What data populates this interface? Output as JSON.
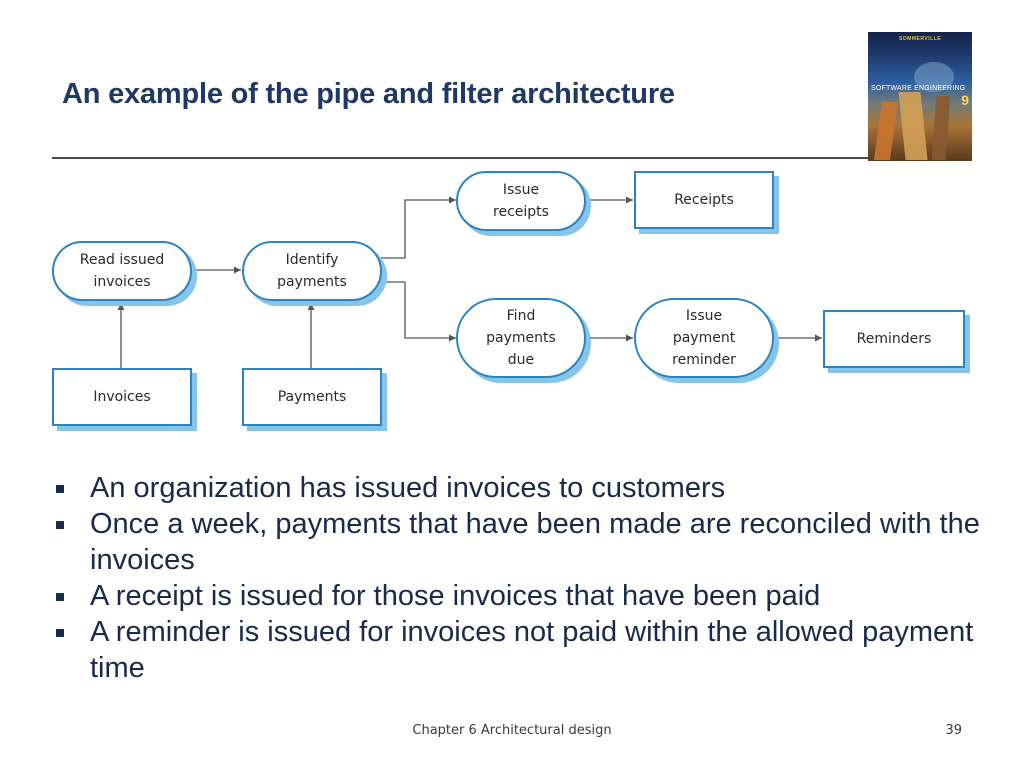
{
  "slide": {
    "title": "An example of the pipe and filter architecture",
    "footer": "Chapter 6 Architectural design",
    "page_number": "39"
  },
  "book_cover": {
    "author": "SOMMERVILLE",
    "title": "SOFTWARE ENGINEERING",
    "edition": "9"
  },
  "diagram": {
    "nodes": {
      "read_issued_invoices": "Read issued\ninvoices",
      "identify_payments": "Identify\npayments",
      "issue_receipts": "Issue\nreceipts",
      "receipts": "Receipts",
      "find_payments_due": "Find\npayments\ndue",
      "issue_payment_reminder": "Issue\npayment\nreminder",
      "reminders": "Reminders",
      "invoices": "Invoices",
      "payments": "Payments"
    }
  },
  "bullets": [
    "An organization has issued invoices to customers",
    "Once a week, payments that have been made are reconciled with the invoices",
    "A receipt is issued for those invoices that have been paid",
    "A reminder is issued for invoices  not paid within the allowed payment  time"
  ]
}
